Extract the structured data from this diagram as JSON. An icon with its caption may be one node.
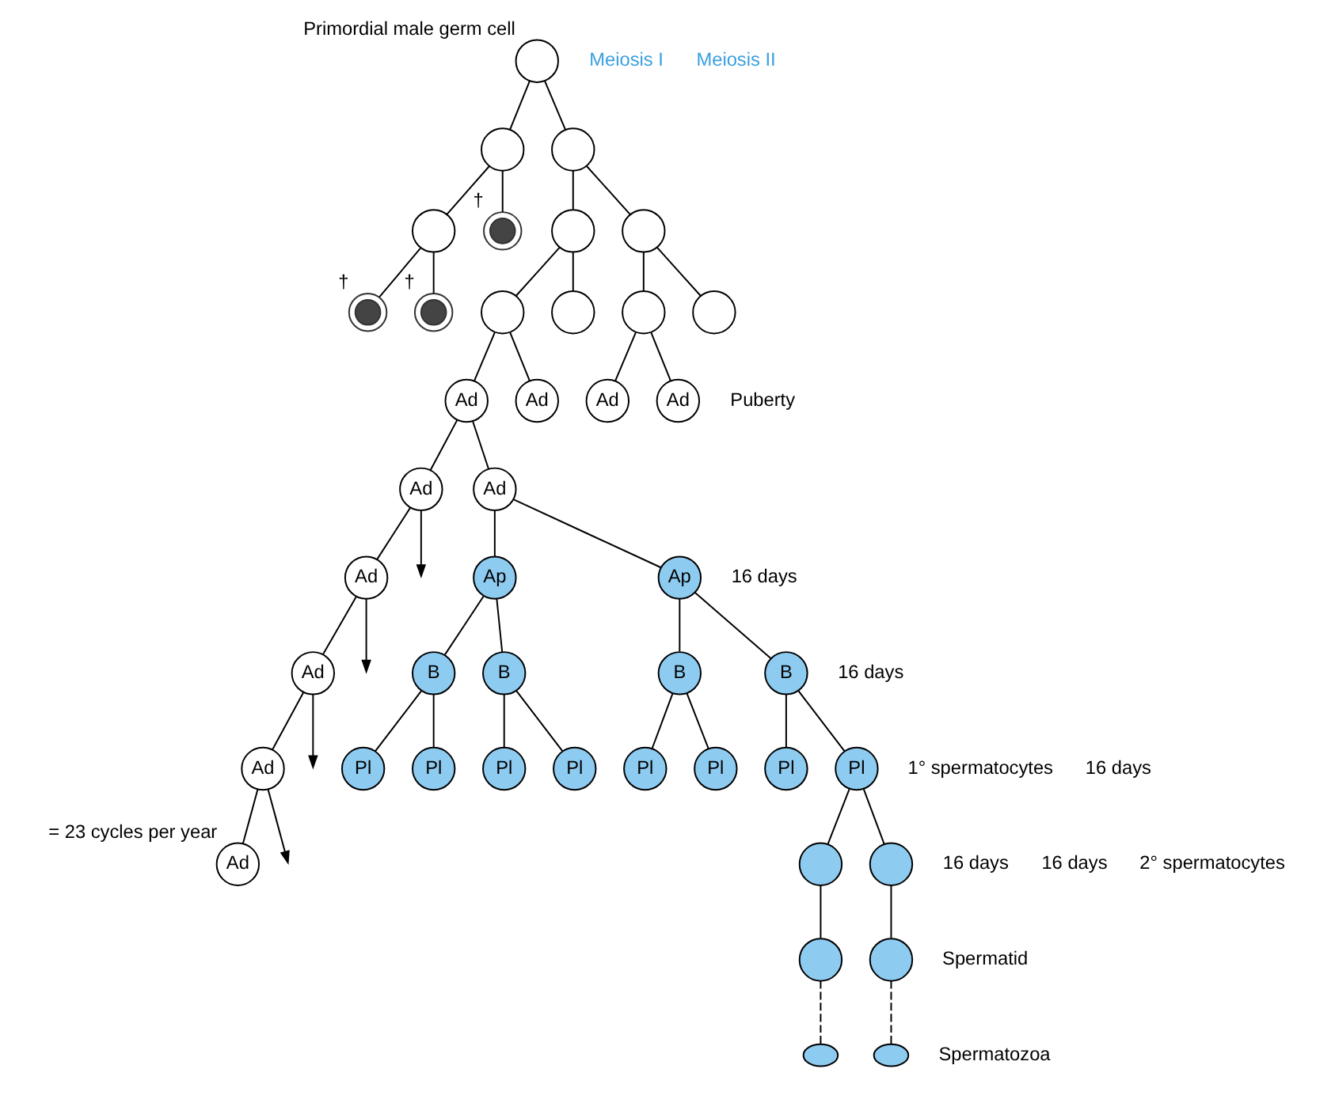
{
  "diagram": {
    "nodes": [
      {
        "text": [],
        "shape": "circle",
        "beside": [
          "Primordial male germ cell"
        ]
      },
      {
        "text": [],
        "shape": "circle"
      },
      {
        "text": [],
        "shape": "circle"
      },
      {
        "text": [],
        "shape": "circle"
      },
      {
        "text": [],
        "shape": "circle",
        "beside": [
          "†"
        ]
      },
      {
        "text": [],
        "shape": "circle",
        "beside": [
          "†"
        ]
      },
      {
        "text": [],
        "shape": "circle",
        "beside": [
          "†"
        ]
      },
      {
        "text": [],
        "shape": "circle"
      },
      {
        "text": [],
        "shape": "circle"
      },
      {
        "text": [],
        "shape": "circle"
      },
      {
        "text": [],
        "shape": "circle"
      },
      {
        "text": [],
        "shape": "circle"
      },
      {
        "text": [],
        "shape": "circle"
      },
      {
        "text": [
          "Ad"
        ]
      },
      {
        "text": [
          "Ad"
        ]
      },
      {
        "text": [
          "Ad"
        ]
      },
      {
        "text": [
          "Ad"
        ]
      },
      {
        "text": [
          "Ad"
        ]
      },
      {
        "text": [
          "Ad"
        ]
      },
      {
        "text": [
          "Ad"
        ]
      },
      {
        "text": [
          "Ap"
        ]
      },
      {
        "text": [
          "Ap"
        ]
      },
      {
        "text": [
          "B"
        ]
      },
      {
        "text": [
          "B"
        ]
      },
      {
        "text": [
          "B"
        ]
      },
      {
        "text": [
          "B"
        ]
      },
      {
        "text": [
          "Pl"
        ]
      },
      {
        "text": [
          "Pl"
        ]
      },
      {
        "text": [
          "Pl"
        ]
      },
      {
        "text": [
          "Pl"
        ]
      },
      {
        "text": [
          "Pl"
        ]
      },
      {
        "text": [
          "Pl"
        ]
      },
      {
        "text": [
          "Pl"
        ]
      },
      {
        "text": [
          "Pl"
        ]
      },
      {
        "text": [
          "Ad"
        ]
      },
      {
        "text": [
          "Ad"
        ]
      },
      {
        "text": [
          "Ad"
        ],
        "beside": [
          "= 23 cycles per year"
        ]
      },
      {
        "text": [],
        "shape": "circle"
      },
      {
        "text": [],
        "shape": "circle"
      },
      {
        "text": [],
        "shape": "circle"
      },
      {
        "text": [],
        "shape": "circle"
      },
      {
        "text": [],
        "shape": "ellipse"
      },
      {
        "text": [],
        "shape": "ellipse"
      }
    ],
    "edges": [
      {
        "from": 0,
        "to": 1,
        "arrow": "none"
      },
      {
        "from": 0,
        "to": 2,
        "arrow": "none"
      },
      {
        "from": 1,
        "to": 3,
        "arrow": "none"
      },
      {
        "from": 1,
        "to": 4,
        "arrow": "none"
      },
      {
        "from": 3,
        "to": 5,
        "arrow": "none"
      },
      {
        "from": 3,
        "to": 6,
        "arrow": "none"
      },
      {
        "from": 2,
        "to": 7,
        "arrow": "none"
      },
      {
        "from": 2,
        "to": 8,
        "arrow": "none"
      },
      {
        "from": 7,
        "to": 9,
        "arrow": "none"
      },
      {
        "from": 7,
        "to": 10,
        "arrow": "none"
      },
      {
        "from": 8,
        "to": 11,
        "arrow": "none"
      },
      {
        "from": 8,
        "to": 12,
        "arrow": "none"
      },
      {
        "from": 9,
        "to": 13,
        "arrow": "none"
      },
      {
        "from": 9,
        "to": 14,
        "arrow": "none"
      },
      {
        "from": 11,
        "to": 15,
        "arrow": "none"
      },
      {
        "from": 11,
        "to": 16,
        "arrow": "none"
      },
      {
        "from": 13,
        "to": 17,
        "arrow": "none"
      },
      {
        "from": 13,
        "to": 18,
        "arrow": "none"
      },
      {
        "from": 17,
        "to": 19,
        "arrow": "none"
      },
      {
        "from": 17,
        "to": null,
        "arrow": "to"
      },
      {
        "from": 18,
        "to": 20,
        "arrow": "none"
      },
      {
        "from": 18,
        "to": 21,
        "arrow": "none"
      },
      {
        "from": 20,
        "to": 22,
        "arrow": "none"
      },
      {
        "from": 20,
        "to": 23,
        "arrow": "none"
      },
      {
        "from": 21,
        "to": 24,
        "arrow": "none"
      },
      {
        "from": 21,
        "to": 25,
        "arrow": "none"
      },
      {
        "from": 22,
        "to": 26,
        "arrow": "none"
      },
      {
        "from": 22,
        "to": 27,
        "arrow": "none"
      },
      {
        "from": 23,
        "to": 28,
        "arrow": "none"
      },
      {
        "from": 23,
        "to": 29,
        "arrow": "none"
      },
      {
        "from": 24,
        "to": 30,
        "arrow": "none"
      },
      {
        "from": 24,
        "to": 31,
        "arrow": "none"
      },
      {
        "from": 25,
        "to": 32,
        "arrow": "none"
      },
      {
        "from": 25,
        "to": 33,
        "arrow": "none"
      },
      {
        "from": 19,
        "to": 34,
        "arrow": "none"
      },
      {
        "from": 19,
        "to": null,
        "arrow": "to"
      },
      {
        "from": 34,
        "to": 35,
        "arrow": "none"
      },
      {
        "from": 34,
        "to": null,
        "arrow": "to"
      },
      {
        "from": 35,
        "to": 36,
        "arrow": "none"
      },
      {
        "from": 35,
        "to": null,
        "arrow": "to"
      },
      {
        "from": 33,
        "to": 37,
        "arrow": "none"
      },
      {
        "from": 33,
        "to": 38,
        "arrow": "none"
      },
      {
        "from": 37,
        "to": 39,
        "arrow": "none"
      },
      {
        "from": 38,
        "to": 40,
        "arrow": "none"
      },
      {
        "from": 39,
        "to": 41,
        "arrow": "none",
        "style": "dashed"
      },
      {
        "from": 40,
        "to": 42,
        "arrow": "none",
        "style": "dashed"
      }
    ],
    "labels": [
      "Puberty",
      "16 days",
      "16 days",
      "1° spermatocytes",
      "16 days",
      "Meiosis I",
      "16 days",
      "16 days",
      "2° spermatocytes",
      "Meiosis II",
      "Spermatid",
      "Spermatozoa"
    ]
  }
}
